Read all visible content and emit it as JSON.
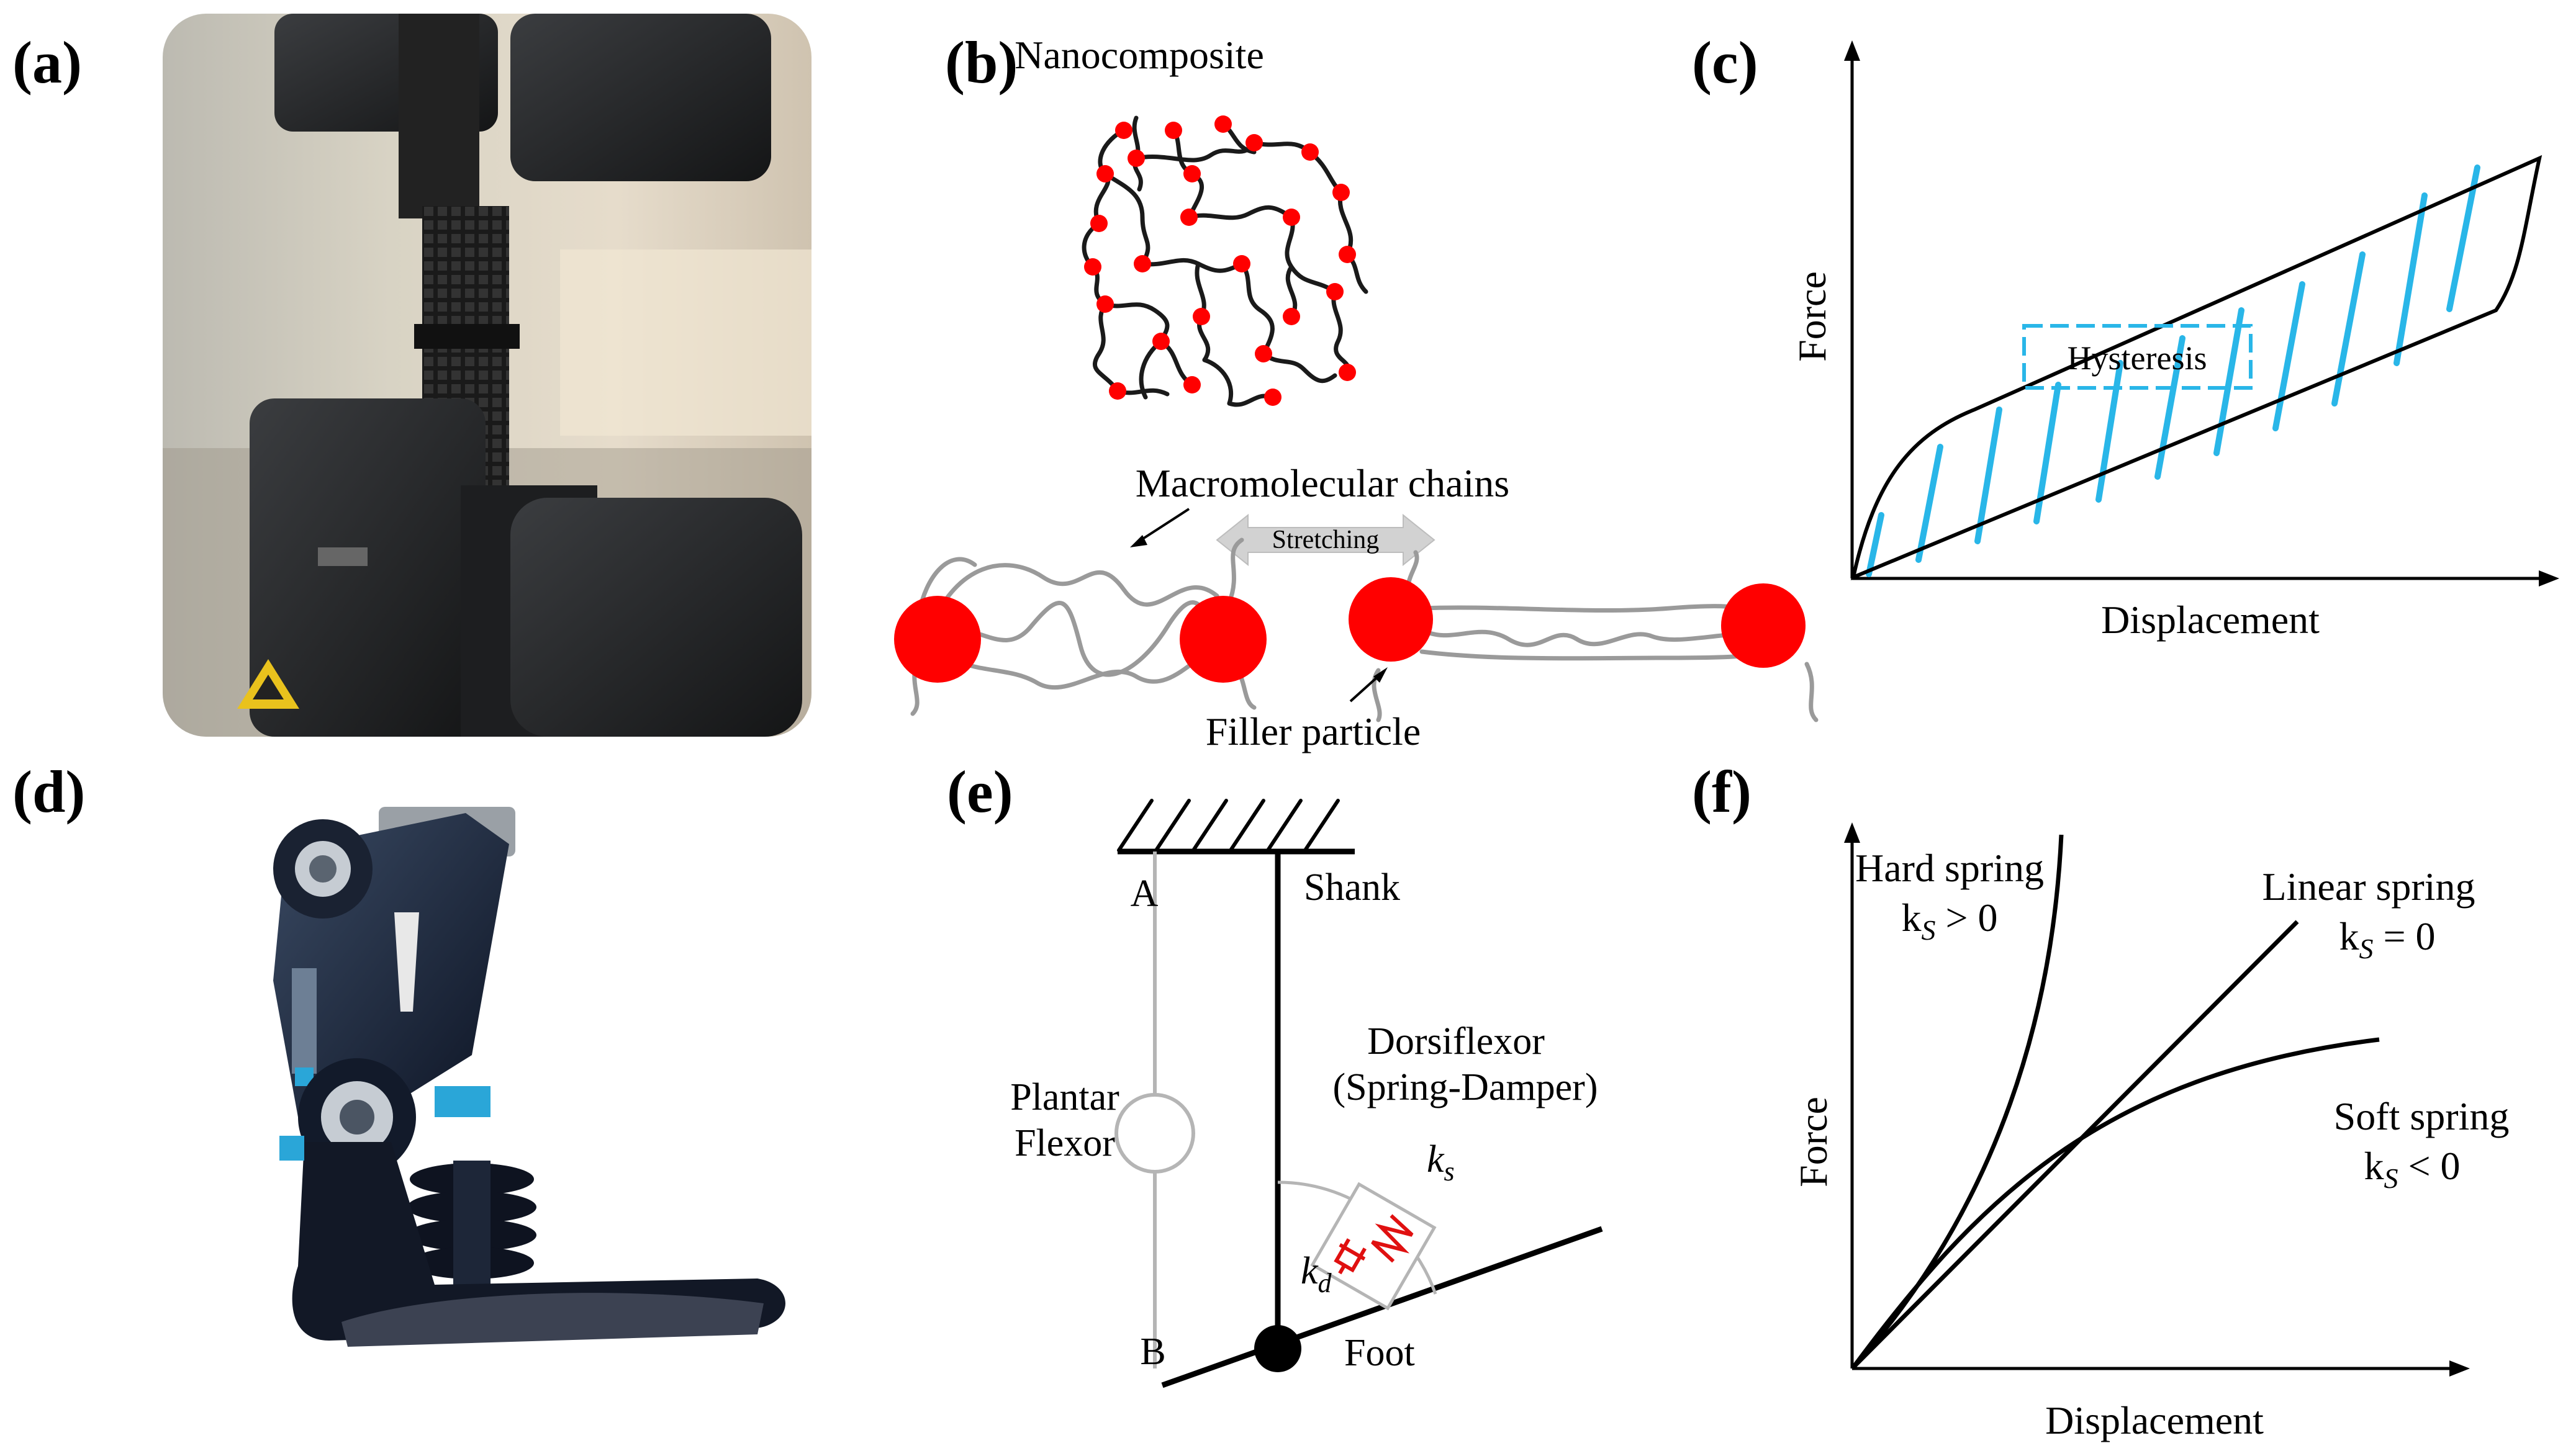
{
  "panels": {
    "a": {
      "label": "(a)"
    },
    "b": {
      "label": "(b)",
      "title": "Nanocomposite",
      "chains_label": "Macromolecular chains",
      "stretch_label": "Stretching",
      "filler_label": "Filler particle"
    },
    "c": {
      "label": "(c)",
      "ylabel": "Force",
      "xlabel": "Displacement",
      "annotation": "Hysteresis"
    },
    "d": {
      "label": "(d)"
    },
    "e": {
      "label": "(e)",
      "point_a": "A",
      "point_b": "B",
      "shank": "Shank",
      "foot": "Foot",
      "plantar_1": "Plantar",
      "plantar_2": "Flexor",
      "dorsi_1": "Dorsiflexor",
      "dorsi_2": "(Spring-Damper)",
      "ks_main": "k",
      "ks_sub": "s",
      "kd_main": "k",
      "kd_sub": "d"
    },
    "f": {
      "label": "(f)",
      "ylabel": "Force",
      "xlabel": "Displacement",
      "hard_name": "Hard spring",
      "hard_cond_a": "k",
      "hard_cond_s": "S",
      "hard_cond_b": " > 0",
      "linear_name": "Linear spring",
      "linear_cond_a": "k",
      "linear_cond_s": "S",
      "linear_cond_b": " = 0",
      "soft_name": "Soft spring",
      "soft_cond_a": "k",
      "soft_cond_s": "S",
      "soft_cond_b": " < 0"
    }
  },
  "colors": {
    "filler": "#ff0000",
    "hatch": "#29b6e8",
    "chain": "#9a9a9a",
    "spring": "#e01010",
    "ink": "#000000"
  }
}
